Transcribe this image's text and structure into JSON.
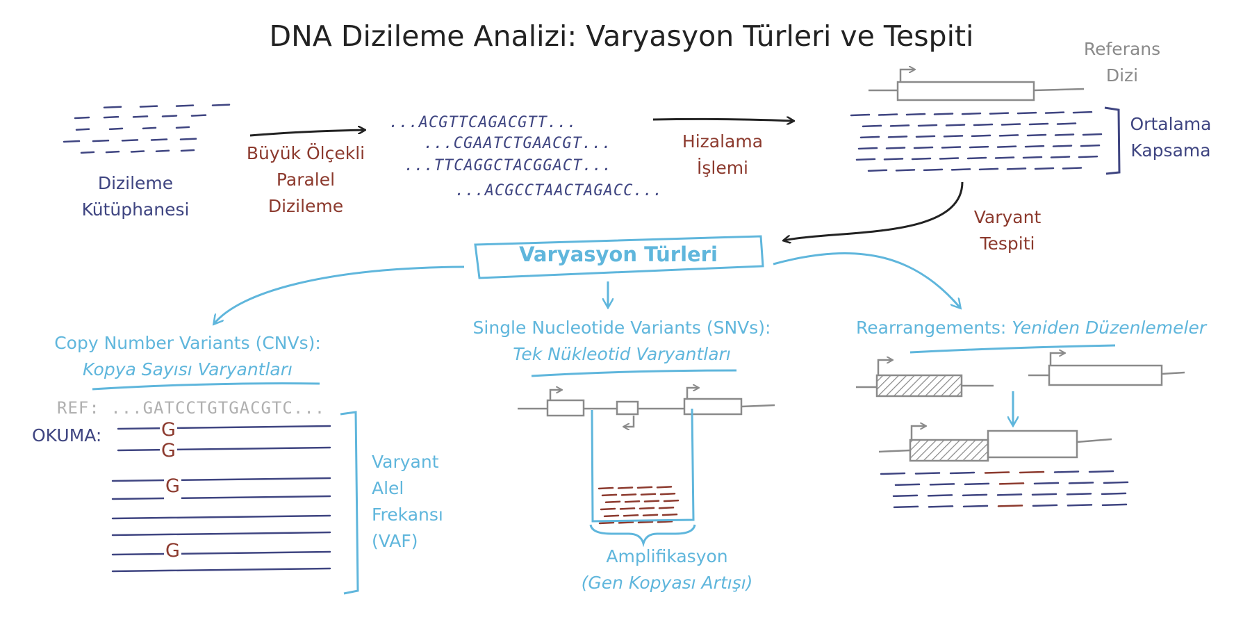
{
  "title": "DNA Dizileme Analizi: Varyasyon Türleri ve Tespiti",
  "colors": {
    "navy": "#3f4581",
    "rust": "#8c3a2e",
    "gray": "#8a8a8a",
    "blue": "#5fb6dc",
    "dark": "#222222"
  },
  "workflow": {
    "library": {
      "line1": "Dizileme",
      "line2": "Kütüphanesi"
    },
    "sequencing": {
      "line1": "Büyük Ölçekli",
      "line2": "Paralel",
      "line3": "Dizileme"
    },
    "reads": [
      "...ACGTTCAGACGTT...",
      "...CGAATCTGAACGT...",
      "...TTCAGGCTACGGACT...",
      "...ACGCCTAACTAGACC..."
    ],
    "alignment": {
      "line1": "Hizalama",
      "line2": "İşlemi"
    },
    "reference": {
      "line1": "Referans",
      "line2": "Dizi"
    },
    "coverage": {
      "line1": "Ortalama",
      "line2": "Kapsama"
    },
    "variant_calling": {
      "line1": "Varyant",
      "line2": "Tespiti"
    }
  },
  "variation_types": {
    "box_title": "Varyasyon Türleri",
    "cnv": {
      "title": "Copy Number Variants (CNVs):",
      "subtitle": "Kopya Sayısı Varyantları",
      "ref_text": "REF: ...GATCCTGTGACGTC...",
      "reads_label": "OKUMA:",
      "variant_base": "G",
      "vaf": {
        "line1": "Varyant",
        "line2": "Alel",
        "line3": "Frekansı",
        "line4": "(VAF)"
      }
    },
    "snv": {
      "title": "Single Nucleotide Variants (SNVs):",
      "subtitle": "Tek Nükleotid Varyantları",
      "amplification": {
        "line1": "Amplifikasyon",
        "line2": "(Gen Kopyası Artışı)"
      }
    },
    "rearrangement": {
      "title": "Rearrangements:",
      "subtitle": "Yeniden Düzenlemeler"
    }
  }
}
